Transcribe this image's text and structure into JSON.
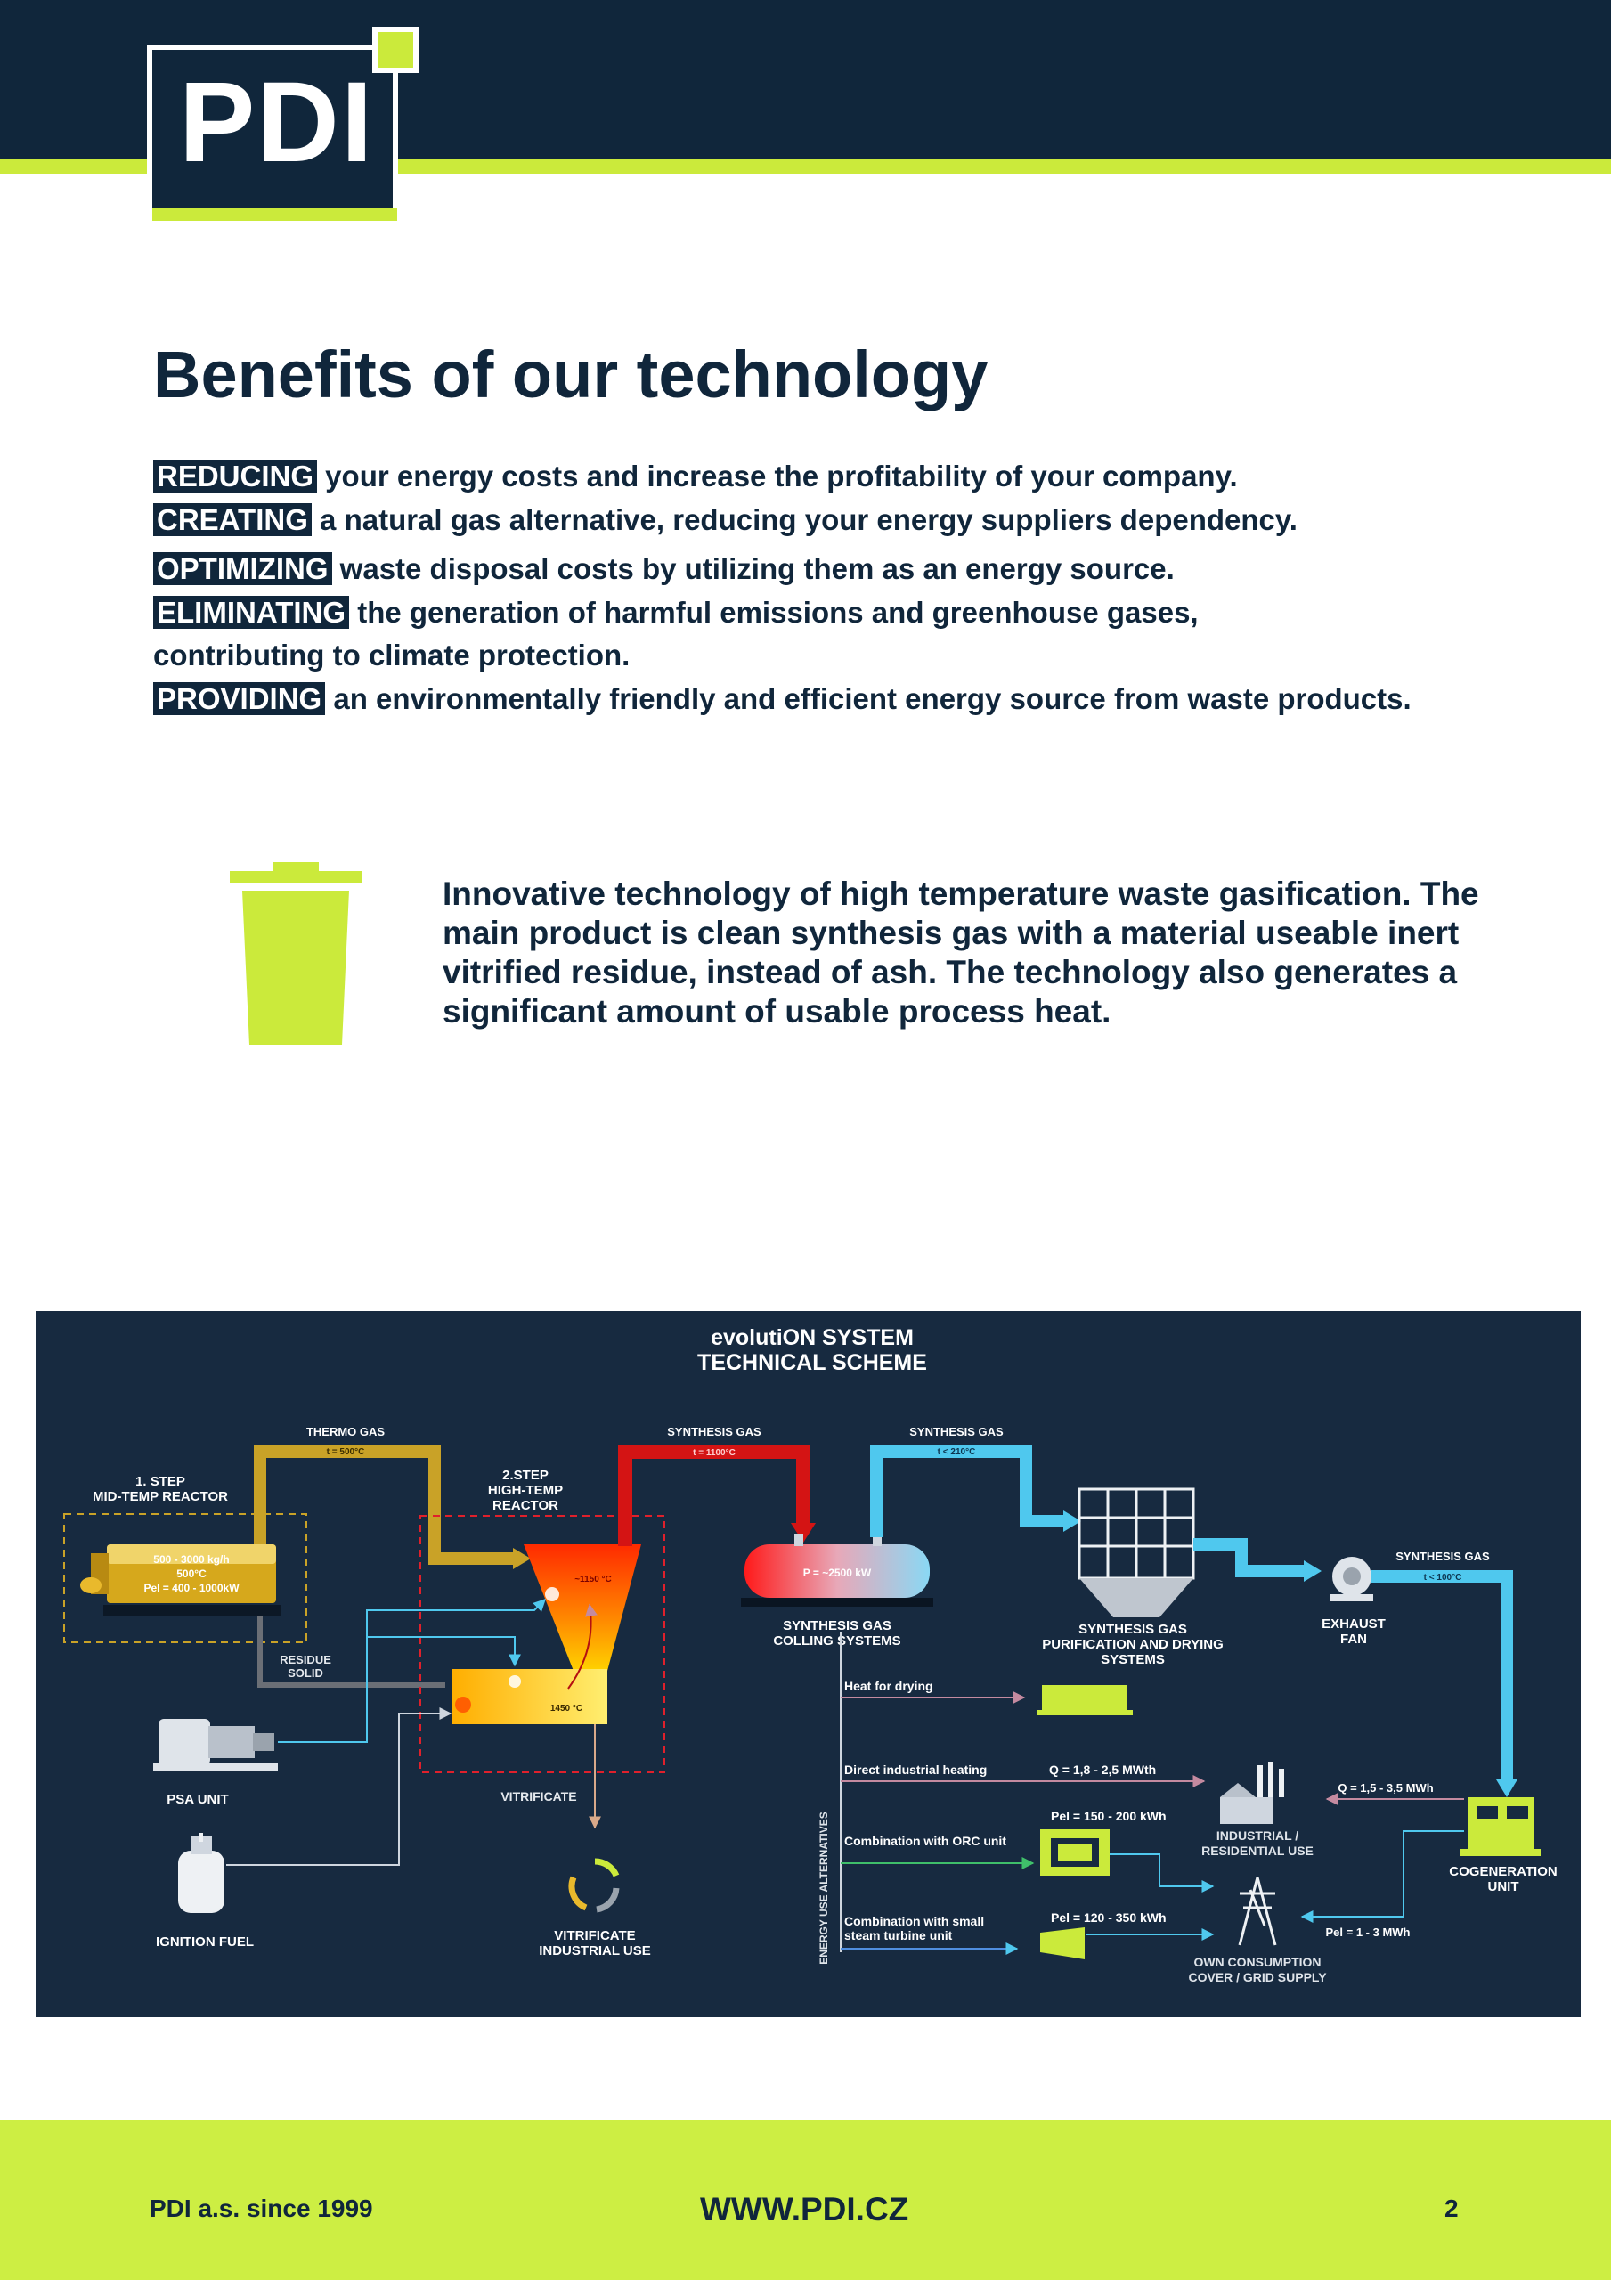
{
  "brand": {
    "logo_text": "PDI",
    "accent": "#cbea3b",
    "navy": "#10263b"
  },
  "page_title": "Benefits of our technology",
  "benefits": [
    {
      "keyword": "REDUCING",
      "text": " your energy costs and increase the profitability of your company."
    },
    {
      "keyword": "CREATING",
      "text": " a natural gas alternative, reducing your energy suppliers dependency."
    },
    {
      "keyword": "OPTIMIZING",
      "text": " waste disposal costs by utilizing them as an energy source."
    },
    {
      "keyword": "ELIMINATING",
      "text": " the generation of harmful emissions and greenhouse gases,",
      "continuation": "contributing to climate protection."
    },
    {
      "keyword": "PROVIDING",
      "text": " an environmentally friendly and efficient energy source from waste products."
    }
  ],
  "intro_icon": "waste-bin-icon",
  "intro_text": "Innovative technology of high temperature waste gasification. The main product is clean synthesis gas with a material useable inert vitrified residue, instead of ash. The technology also generates a significant amount of usable process heat.",
  "scheme": {
    "title_line1": "evolutiON SYSTEM",
    "title_line2": "TECHNICAL SCHEME",
    "step1_line1": "1. STEP",
    "step1_line2": "MID-TEMP REACTOR",
    "reactor1_line1": "500 - 3000 kg/h",
    "reactor1_line2": "500°C",
    "reactor1_line3": "Pel = 400 - 1000kW",
    "step2_line1": "2.STEP",
    "step2_line2": "HIGH-TEMP",
    "step2_line3": "REACTOR",
    "thermo_gas": "THERMO GAS",
    "thermo_temp": "t = 500°C",
    "syngas1": "SYNTHESIS GAS",
    "syngas1_temp": "t = 1100°C",
    "syngas2": "SYNTHESIS GAS",
    "syngas2_temp": "t < 210°C",
    "syngas3": "SYNTHESIS GAS",
    "syngas3_temp": "t < 100°C",
    "residue_line1": "RESIDUE",
    "residue_line2": "SOLID",
    "temp_1150": "~1150 °C",
    "temp_1450": "1450 °C",
    "vitrificate": "VITRIFICATE",
    "vitrificate_use_line1": "VITRIFICATE",
    "vitrificate_use_line2": "INDUSTRIAL USE",
    "psa_unit": "PSA UNIT",
    "ignition_fuel": "IGNITION FUEL",
    "tank_power": "P = ~2500 kW",
    "cooling_line1": "SYNTHESIS GAS",
    "cooling_line2": "COLLING SYSTEMS",
    "purif_line1": "SYNTHESIS GAS",
    "purif_line2": "PURIFICATION AND DRYING",
    "purif_line3": "SYSTEMS",
    "fan_line1": "EXHAUST",
    "fan_line2": "FAN",
    "energy_alt": "ENERGY USE ALTERNATIVES",
    "heat_drying": "Heat for drying",
    "direct_heating": "Direct industrial heating",
    "q_direct": "Q = 1,8 - 2,5 MWth",
    "pel_orc": "Pel = 150 - 200 kWh",
    "orc": "Combination with ORC unit",
    "steam_line1": "Combination with small",
    "steam_line2": "steam turbine unit",
    "pel_steam": "Pel = 120 - 350 kWh",
    "industrial_line1": "INDUSTRIAL /",
    "industrial_line2": "RESIDENTIAL USE",
    "q_cogen": "Q = 1,5 - 3,5 MWh",
    "cogen_line1": "COGENERATION",
    "cogen_line2": "UNIT",
    "pel_cogen": "Pel = 1 - 3 MWh",
    "own_line1": "OWN CONSUMPTION",
    "own_line2": "COVER / GRID SUPPLY"
  },
  "footer": {
    "left": "PDI a.s. since 1999",
    "center": "WWW.PDI.CZ",
    "right": "2"
  }
}
